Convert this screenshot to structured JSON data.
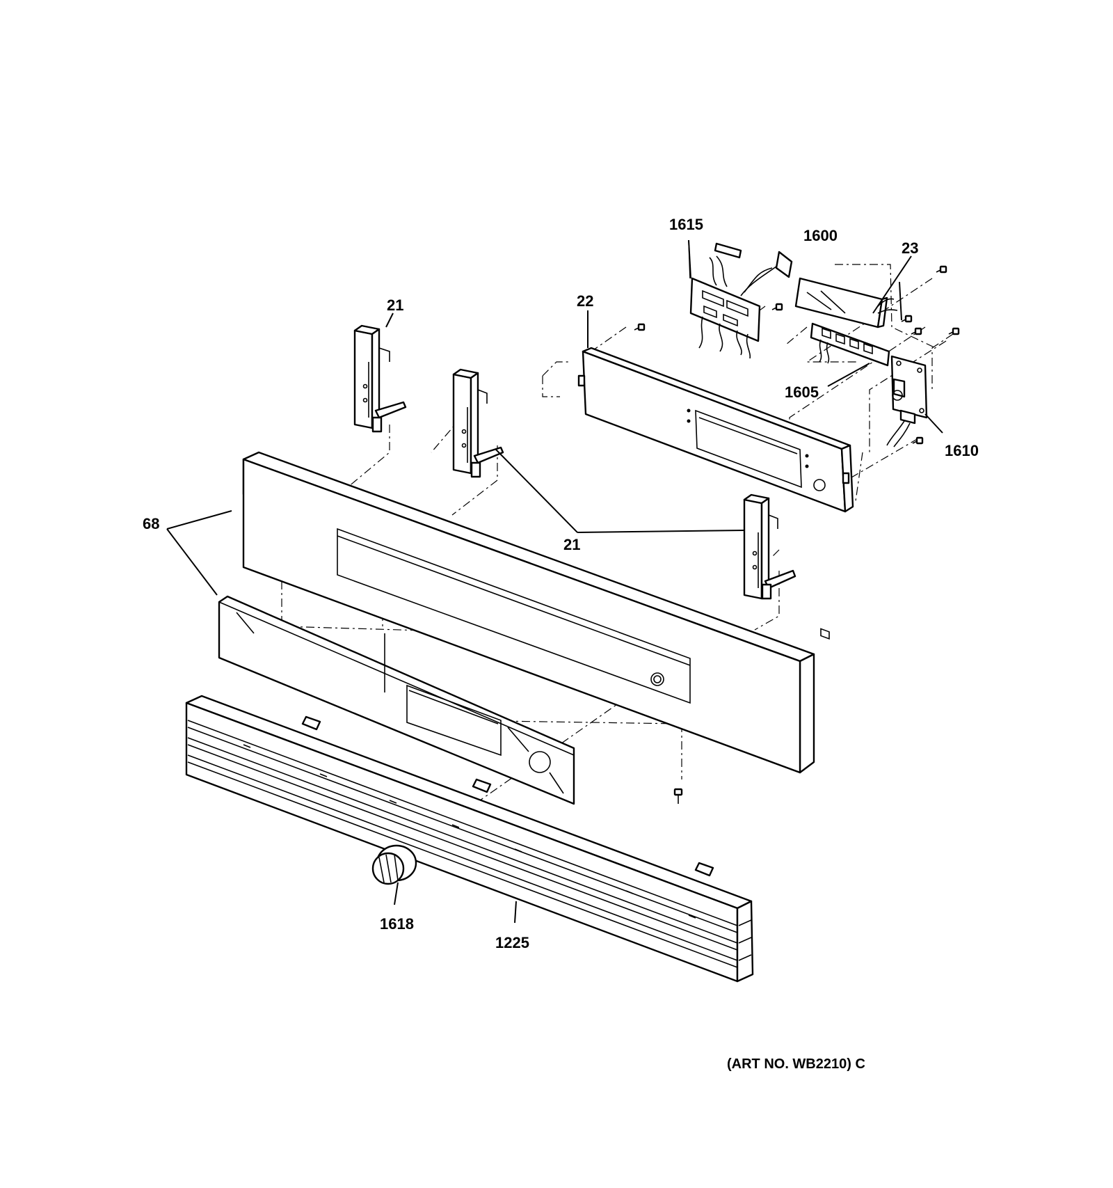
{
  "diagram": {
    "part_labels": [
      {
        "id": "p1615",
        "text": "1615"
      },
      {
        "id": "p1600",
        "text": "1600"
      },
      {
        "id": "p23",
        "text": "23"
      },
      {
        "id": "p21a",
        "text": "21"
      },
      {
        "id": "p22",
        "text": "22"
      },
      {
        "id": "p1605",
        "text": "1605"
      },
      {
        "id": "p1610",
        "text": "1610"
      },
      {
        "id": "p68",
        "text": "68"
      },
      {
        "id": "p21b",
        "text": "21"
      },
      {
        "id": "p1618",
        "text": "1618"
      },
      {
        "id": "p1225",
        "text": "1225"
      }
    ],
    "art_number": "(ART NO. WB2210) C"
  }
}
